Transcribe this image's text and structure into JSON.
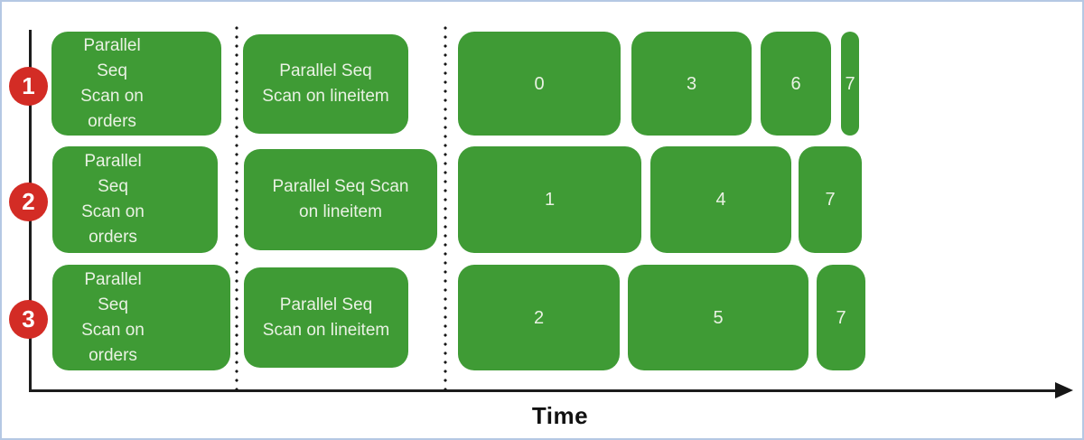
{
  "diagram": {
    "title_hint": "Parallel sequential scan timeline per worker",
    "time_axis_label": "Time",
    "colors": {
      "task_green": "#3f9b35",
      "badge_red": "#d32c25",
      "frame_blue": "#b5c8e4",
      "axis_black": "#1c1c1c"
    },
    "workers": [
      {
        "badge": "1",
        "boxes": [
          {
            "name": "parallel-seq-scan-orders",
            "text": "Parallel\nSeq\nScan on\norders"
          },
          {
            "name": "parallel-seq-scan-lineitem",
            "text": "Parallel Seq\nScan on lineitem"
          },
          {
            "name": "chunk",
            "text": "0"
          },
          {
            "name": "chunk",
            "text": "3"
          },
          {
            "name": "chunk",
            "text": "6"
          },
          {
            "name": "chunk",
            "text": "7"
          }
        ]
      },
      {
        "badge": "2",
        "boxes": [
          {
            "name": "parallel-seq-scan-orders",
            "text": "Parallel\nSeq\nScan on\norders"
          },
          {
            "name": "parallel-seq-scan-lineitem",
            "text": "Parallel Seq Scan\non lineitem"
          },
          {
            "name": "chunk",
            "text": "1"
          },
          {
            "name": "chunk",
            "text": "4"
          },
          {
            "name": "chunk",
            "text": "7"
          }
        ]
      },
      {
        "badge": "3",
        "boxes": [
          {
            "name": "parallel-seq-scan-orders",
            "text": "Parallel\nSeq\nScan on\norders"
          },
          {
            "name": "parallel-seq-scan-lineitem",
            "text": "Parallel Seq\nScan on lineitem"
          },
          {
            "name": "chunk",
            "text": "2"
          },
          {
            "name": "chunk",
            "text": "5"
          },
          {
            "name": "chunk",
            "text": "7"
          }
        ]
      }
    ]
  }
}
